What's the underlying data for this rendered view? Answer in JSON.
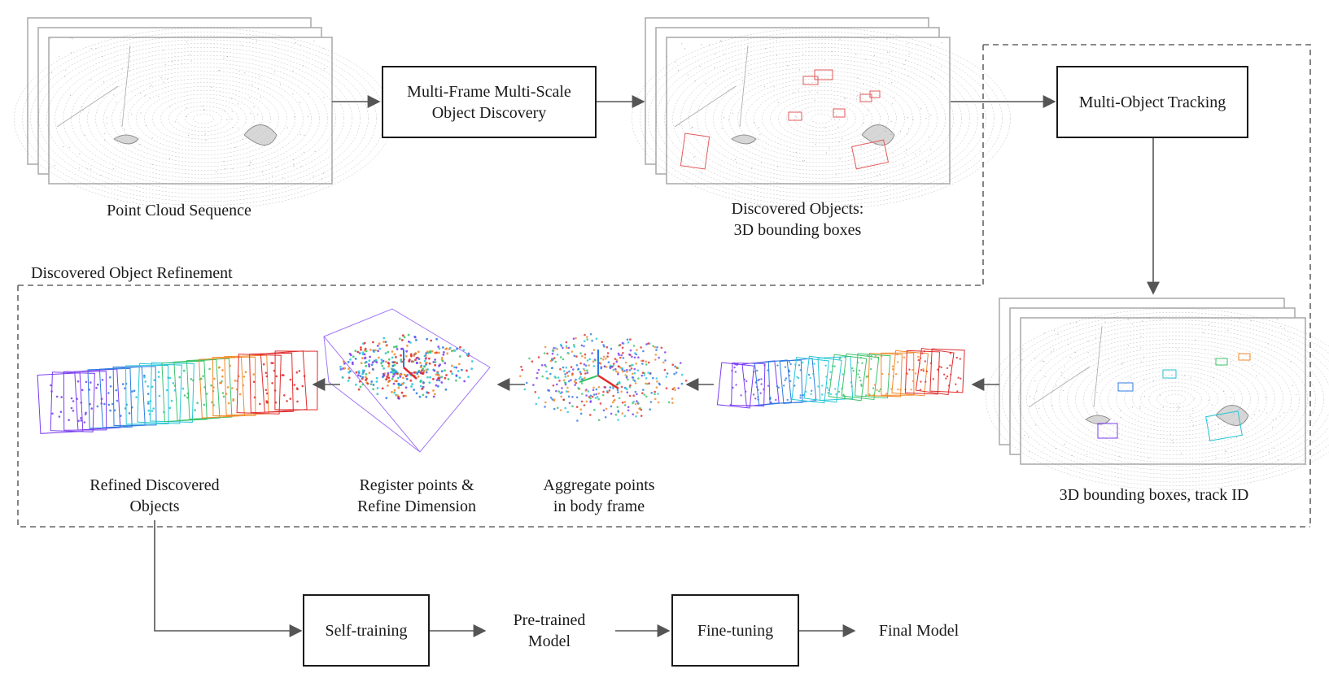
{
  "nodes": {
    "object_discovery": "Multi-Frame Multi-Scale\nObject Discovery",
    "multi_object_tracking": "Multi-Object Tracking",
    "self_training": "Self-training",
    "fine_tuning": "Fine-tuning"
  },
  "labels": {
    "point_cloud_sequence": "Point Cloud Sequence",
    "discovered_objects": "Discovered Objects:\n3D bounding boxes",
    "tracked_boxes": "3D bounding boxes, track ID",
    "refinement_group": "Discovered Object Refinement",
    "aggregate_points": "Aggregate points\nin body frame",
    "register_points": "Register points &\nRefine Dimension",
    "refined_objects": "Refined Discovered\nObjects",
    "pretrained_model": "Pre-trained\nModel",
    "final_model": "Final Model"
  },
  "colors": {
    "line": "#555555",
    "frame_border": "#9a9a9a",
    "points": "#6e6e6e",
    "discovery_box": "#e35a5a",
    "track_purple": "#7a3cf0",
    "track_blue": "#2d7be0",
    "track_cyan": "#26c6d8",
    "track_green": "#3cc36a",
    "track_orange": "#f08a2a",
    "track_red": "#e02a2a"
  }
}
